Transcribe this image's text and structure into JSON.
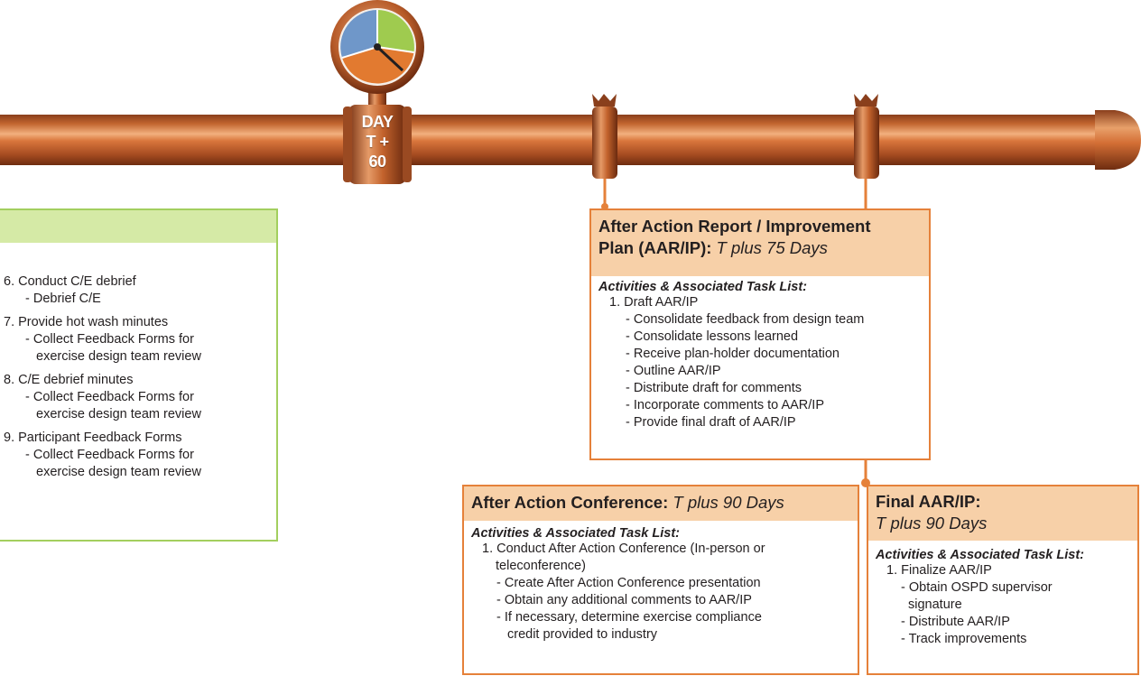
{
  "gauge": {
    "label_day": "DAY",
    "label_t": "T +",
    "label_num": "60"
  },
  "left_panel": {
    "items": [
      {
        "label": "6. Conduct C/E debrief",
        "subs": [
          "- Debrief C/E"
        ]
      },
      {
        "label": "7. Provide hot wash minutes",
        "subs": [
          "- Collect Feedback Forms for",
          "exercise design team review"
        ]
      },
      {
        "label": "8. C/E debrief minutes",
        "subs": [
          "- Collect Feedback Forms for",
          "exercise design team review"
        ]
      },
      {
        "label": "9. Participant Feedback Forms",
        "subs": [
          "- Collect Feedback Forms for",
          "exercise design team review"
        ]
      }
    ]
  },
  "aar_box": {
    "title_bold": "After Action Report / Improvement",
    "title_bold2": "Plan (AAR/IP):",
    "title_italic": "T plus 75 Days",
    "activities_title": "Activities & Associated Task List:",
    "task": "1. Draft AAR/IP",
    "subtasks": [
      "- Consolidate feedback from design team",
      "- Consolidate lessons learned",
      "- Receive plan-holder documentation",
      "- Outline AAR/IP",
      "- Distribute draft for comments",
      "- Incorporate comments to AAR/IP",
      "- Provide final draft of AAR/IP"
    ]
  },
  "conf_box": {
    "title_bold": "After Action Conference:",
    "title_italic": "T plus 90 Days",
    "activities_title": "Activities & Associated Task List:",
    "task": "1. Conduct After Action Conference (In-person or",
    "task_cont": "teleconference)",
    "subtasks": [
      "- Create After Action Conference presentation",
      "- Obtain any additional comments to AAR/IP",
      "- If necessary, determine exercise compliance"
    ],
    "subtask_cont": "credit provided to industry"
  },
  "final_box": {
    "title_bold": "Final AAR/IP:",
    "title_italic": "T plus 90 Days",
    "activities_title": "Activities & Associated Task List:",
    "task": "1. Finalize AAR/IP",
    "subtask1": "- Obtain OSPD supervisor",
    "subtask1_cont": "signature",
    "subtask2": "- Distribute AAR/IP",
    "subtask3": "- Track improvements"
  }
}
